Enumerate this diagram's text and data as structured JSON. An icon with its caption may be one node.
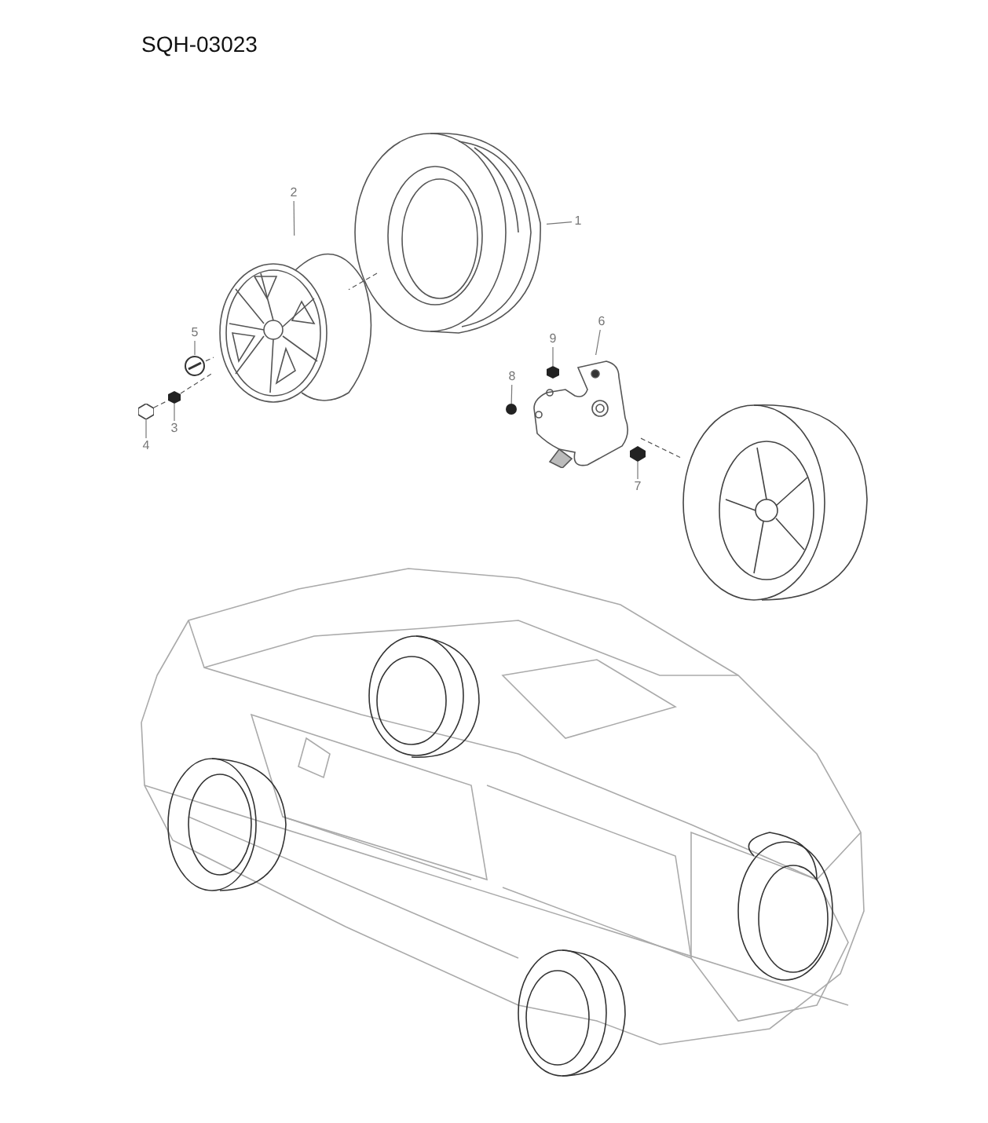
{
  "diagram": {
    "title": "SQH-03023",
    "nodes": [
      {
        "text": [
          "1"
        ]
      },
      {
        "text": [],
        "shape": "picture"
      },
      {
        "text": [
          "2"
        ]
      },
      {
        "text": [],
        "shape": "picture"
      },
      {
        "text": [
          "5"
        ]
      },
      {
        "text": [],
        "shape": "picture"
      },
      {
        "text": [
          "3"
        ]
      },
      {
        "text": [],
        "shape": "picture"
      },
      {
        "text": [
          "4"
        ]
      },
      {
        "text": [],
        "shape": "picture"
      },
      {
        "text": [
          "9"
        ]
      },
      {
        "text": [],
        "shape": "picture"
      },
      {
        "text": [
          "6"
        ]
      },
      {
        "text": [],
        "shape": "picture"
      },
      {
        "text": [
          "8"
        ]
      },
      {
        "text": [],
        "shape": "circle"
      },
      {
        "text": [
          "7"
        ]
      },
      {
        "text": [],
        "shape": "picture"
      },
      {
        "text": [],
        "shape": "picture"
      }
    ],
    "edges": [
      {
        "from": 0,
        "to": 1,
        "arrow": "none"
      },
      {
        "from": 2,
        "to": 3,
        "arrow": "none"
      },
      {
        "from": 4,
        "to": 5,
        "arrow": "none"
      },
      {
        "from": 6,
        "to": 7,
        "arrow": "none"
      },
      {
        "from": 8,
        "to": 9,
        "arrow": "none"
      },
      {
        "from": 10,
        "to": 11,
        "arrow": "none"
      },
      {
        "from": 12,
        "to": 13,
        "arrow": "none"
      },
      {
        "from": 14,
        "to": 15,
        "arrow": "none"
      },
      {
        "from": 16,
        "to": 17,
        "arrow": "none"
      },
      {
        "from": 9,
        "to": 7,
        "arrow": "none",
        "style": "dashed"
      },
      {
        "from": 7,
        "to": 3,
        "arrow": "none",
        "style": "dashed"
      },
      {
        "from": 5,
        "to": 3,
        "arrow": "none",
        "style": "dashed"
      },
      {
        "from": 3,
        "to": 1,
        "arrow": "none",
        "style": "dashed"
      },
      {
        "from": 13,
        "to": 18,
        "arrow": "none",
        "style": "dashed"
      }
    ]
  }
}
